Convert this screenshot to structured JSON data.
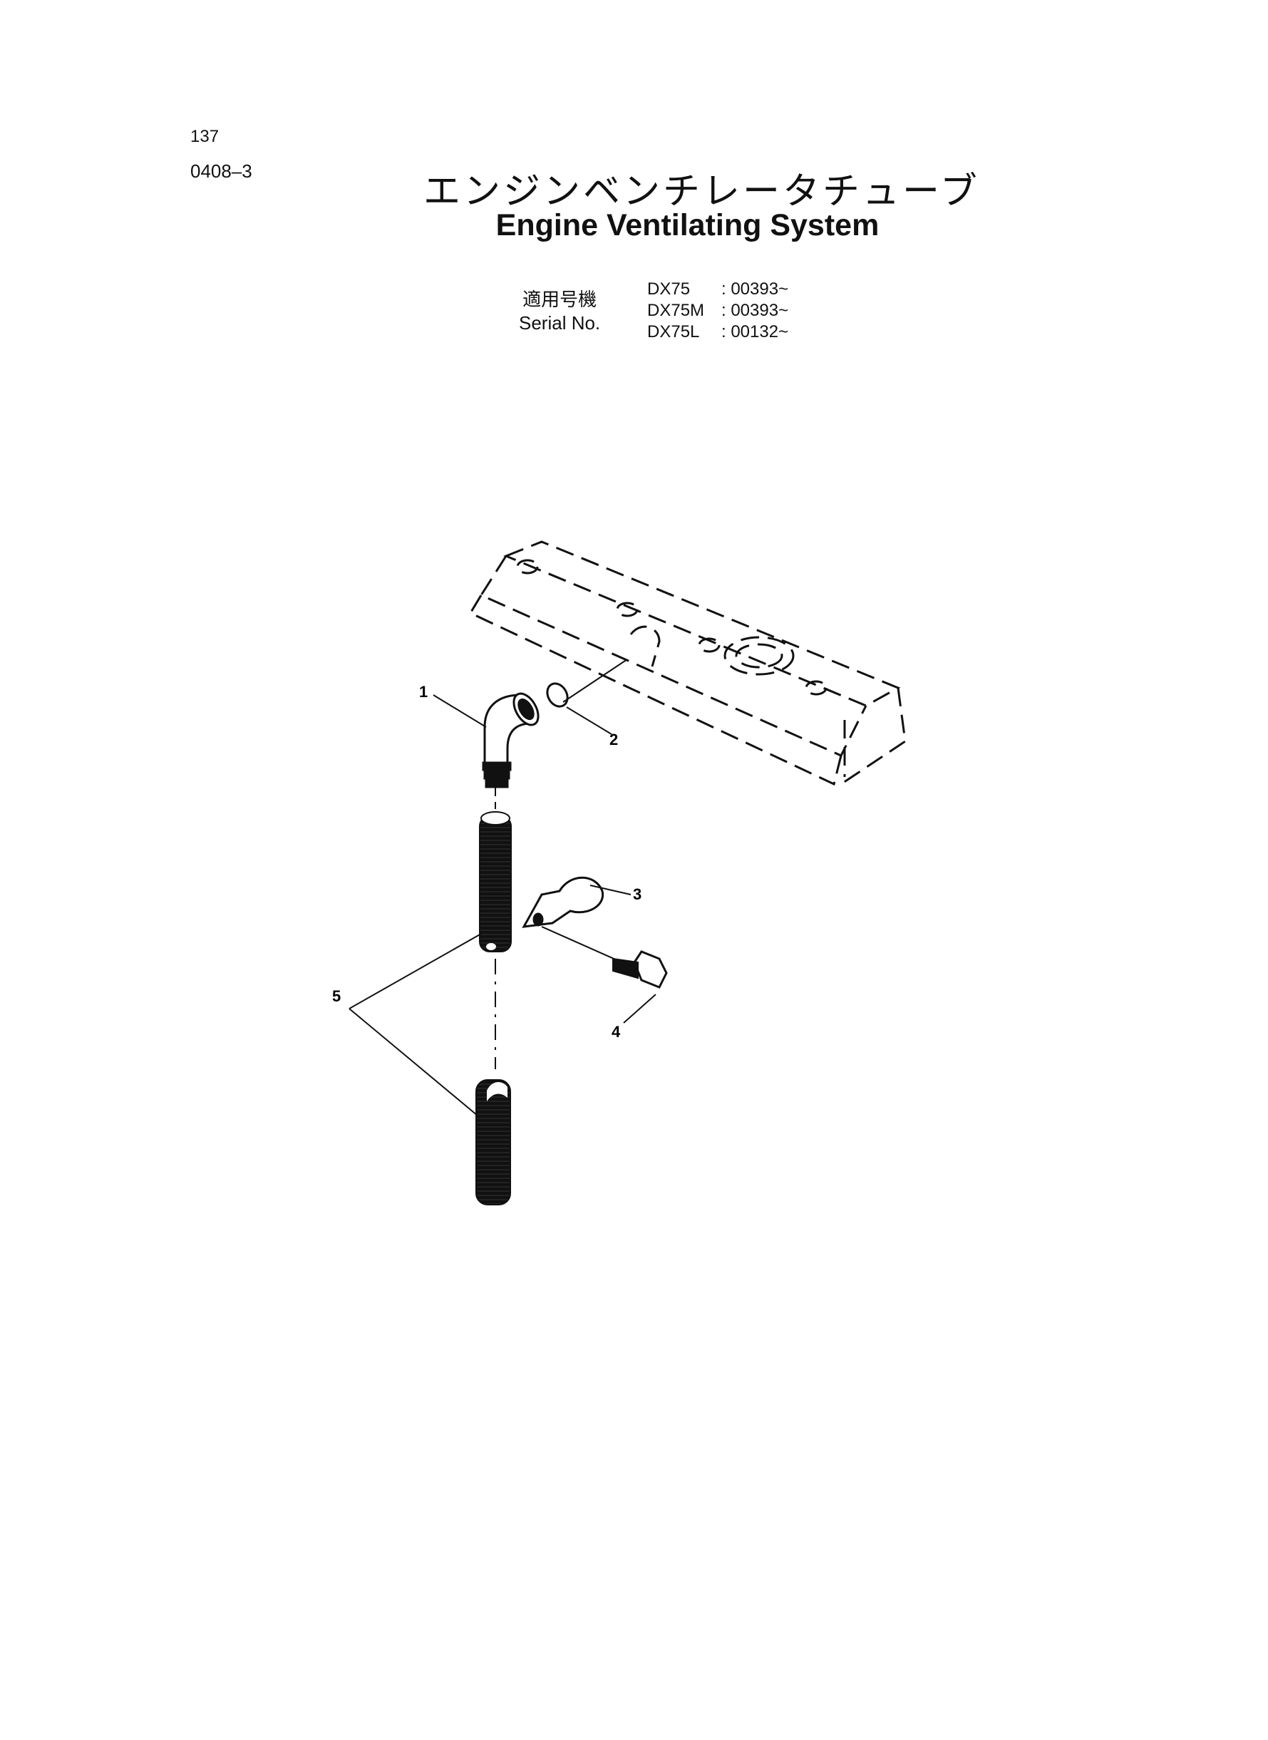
{
  "header": {
    "page_number": "137",
    "section_code": "0408–3",
    "title_jp": "エンジンベンチレータチューブ",
    "title_en": "Engine Ventilating System"
  },
  "serial": {
    "label_jp": "適用号機",
    "label_en": "Serial No.",
    "rows": [
      {
        "model": "DX75",
        "range": ": 00393~"
      },
      {
        "model": "DX75M",
        "range": ": 00393~"
      },
      {
        "model": "DX75L",
        "range": ": 00132~"
      }
    ]
  },
  "diagram": {
    "callouts": [
      "1",
      "2",
      "3",
      "4",
      "5"
    ],
    "colors": {
      "ink": "#111111",
      "paper": "#ffffff"
    }
  }
}
